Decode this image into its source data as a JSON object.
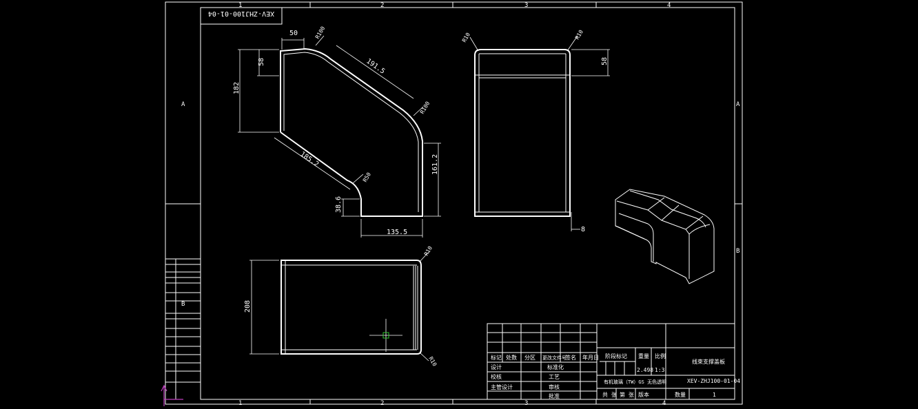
{
  "drawing": {
    "rotated_code": "XEV-ZHJ100-01-04",
    "zone_top": [
      "1",
      "2",
      "3",
      "4"
    ],
    "zone_bottom": [
      "1",
      "2",
      "3",
      "4"
    ],
    "zone_left": [
      "A",
      "B"
    ],
    "zone_right": [
      "A",
      "B"
    ]
  },
  "side_view": {
    "dim_width_top": "50",
    "dim_r_top": "R100",
    "dim_diag_top": "191.5",
    "dim_r_mid": "R100",
    "dim_height_small": "58",
    "dim_height_left": "182",
    "dim_diag_bottom": "185.2",
    "dim_r_bottom": "R50",
    "dim_height_right": "161.2",
    "dim_height_foot": "38.6",
    "dim_bottom_width": "135.5"
  },
  "front_view": {
    "dim_r_left": "R10",
    "dim_r_right": "R10",
    "dim_height": "58",
    "dim_thickness": "8"
  },
  "top_view": {
    "dim_r_top": "R10",
    "dim_r_bottom": "R10",
    "dim_height": "208"
  },
  "left_strip": {
    "labels": [
      "",
      "",
      "",
      "",
      "",
      "",
      ""
    ]
  },
  "title_block": {
    "rev_headers": [
      "标记",
      "处数",
      "分区",
      "更改文件号",
      "签名",
      "年月日"
    ],
    "rows_left": [
      "设计",
      "校核",
      "主管设计"
    ],
    "rows_mid": [
      "标准化",
      "工艺",
      "审核",
      "批准"
    ],
    "stage_headers": [
      "阶段标记",
      "重量",
      "比例"
    ],
    "weight": "2.498",
    "scale": "1:3",
    "drawing_name": "线束支撑盖板",
    "drawing_no": "XEV-ZHJ100-01-04",
    "material": "有机玻璃（TW）GS 无色透明",
    "footer_labels": [
      "共 张",
      "第 张",
      "版本"
    ],
    "qty_label": "数量",
    "qty": "1"
  }
}
